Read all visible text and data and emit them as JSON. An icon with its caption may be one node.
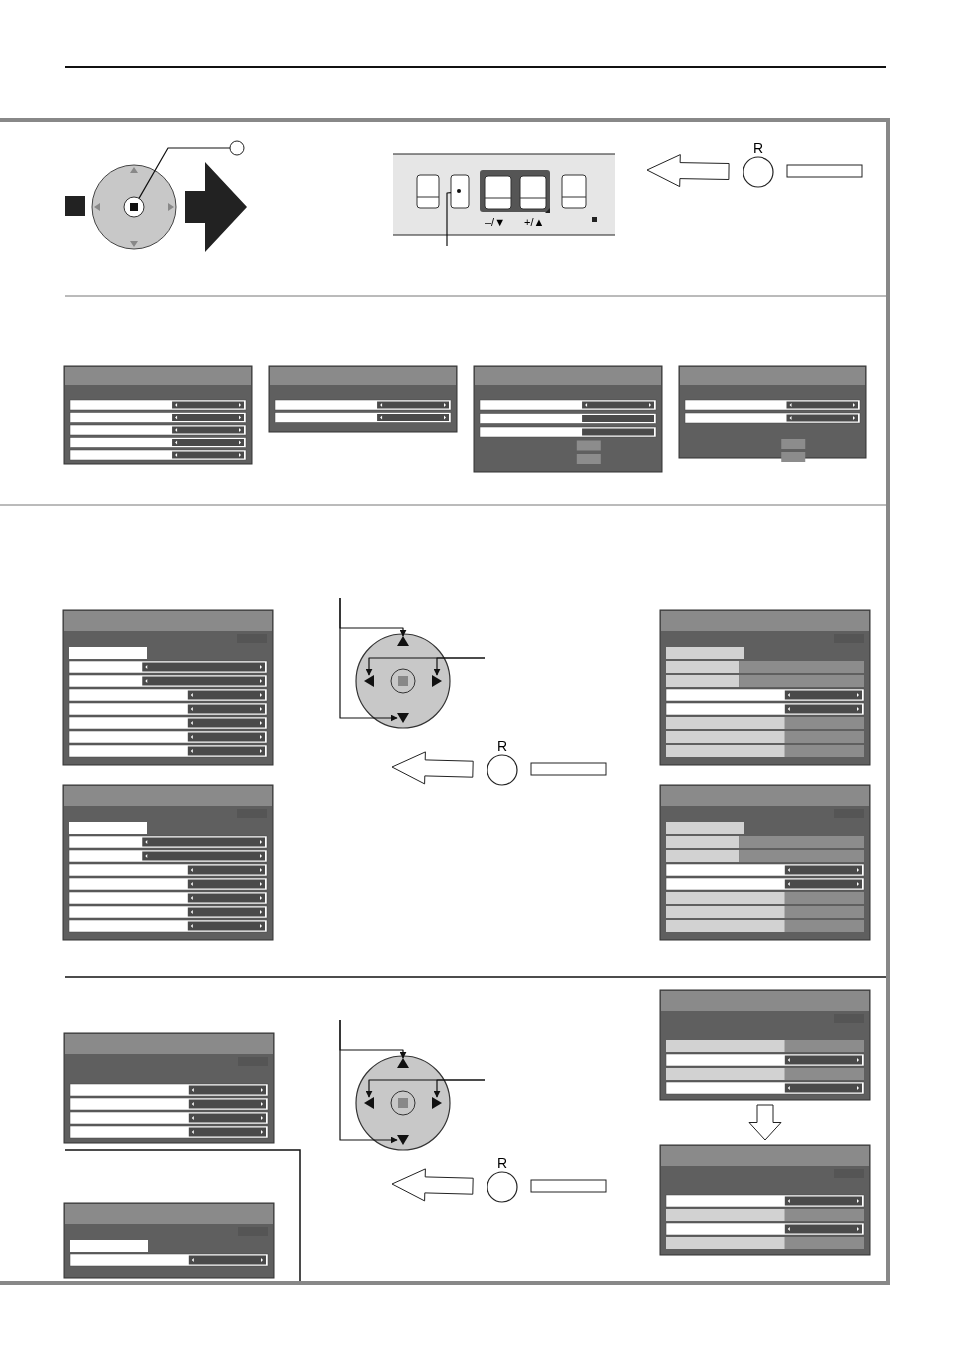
{
  "diagram": {
    "nodes": [
      {
        "text": [],
        "shape": "circle"
      },
      {
        "text": [],
        "shape": "circle"
      },
      {
        "text": [],
        "shape": "box"
      },
      {
        "text": [
          "R"
        ]
      },
      {
        "text": [],
        "shape": "box"
      },
      {
        "text": [],
        "shape": "box"
      },
      {
        "text": [],
        "shape": "box"
      },
      {
        "text": [],
        "shape": "box"
      },
      {
        "text": [],
        "shape": "box"
      },
      {
        "text": [],
        "shape": "box"
      },
      {
        "text": [],
        "shape": "box"
      },
      {
        "text": [],
        "shape": "triangle"
      },
      {
        "text": [],
        "shape": "triangle"
      },
      {
        "text": [],
        "shape": "triangle"
      },
      {
        "text": [],
        "shape": "triangle"
      },
      {
        "text": [
          "R"
        ]
      },
      {
        "text": [],
        "shape": "box"
      },
      {
        "text": [],
        "shape": "box"
      },
      {
        "text": [],
        "shape": "box"
      },
      {
        "text": [],
        "shape": "box"
      },
      {
        "text": [],
        "shape": "box"
      },
      {
        "text": [],
        "shape": "triangle"
      },
      {
        "text": [],
        "shape": "triangle"
      },
      {
        "text": [],
        "shape": "triangle"
      },
      {
        "text": [],
        "shape": "triangle"
      },
      {
        "text": [],
        "shape": "box"
      },
      {
        "text": [
          "R"
        ]
      },
      {
        "text": [],
        "shape": "box"
      },
      {
        "text": [],
        "shape": "box"
      }
    ],
    "edges": [
      {
        "from": 0,
        "to": 1,
        "arrow": "none"
      },
      {
        "from": 2,
        "to": null,
        "arrow": "none"
      },
      {
        "from": 3,
        "to": null,
        "arrow": "to"
      },
      {
        "from": null,
        "to": 11,
        "arrow": "to"
      },
      {
        "from": null,
        "to": 14,
        "arrow": "to"
      },
      {
        "from": null,
        "to": 12,
        "arrow": "to"
      },
      {
        "from": null,
        "to": 13,
        "arrow": "to"
      },
      {
        "from": 15,
        "to": null,
        "arrow": "to"
      },
      {
        "from": null,
        "to": 21,
        "arrow": "to"
      },
      {
        "from": null,
        "to": 24,
        "arrow": "to"
      },
      {
        "from": null,
        "to": 22,
        "arrow": "to"
      },
      {
        "from": null,
        "to": 23,
        "arrow": "to"
      },
      {
        "from": 19,
        "to": 25,
        "arrow": "to"
      },
      {
        "from": 26,
        "to": null,
        "arrow": "to"
      }
    ],
    "labels": [
      "–/▼",
      "+/▲"
    ]
  }
}
